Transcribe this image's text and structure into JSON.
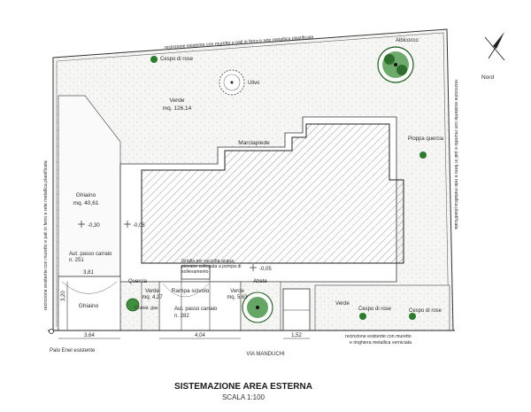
{
  "title": "SISTEMAZIONE AREA ESTERNA",
  "subtitle": "SCALA 1:100",
  "north_label": "Nord",
  "street_label": "VIA MANDUCHI",
  "fences": {
    "top": "recinzione esistente con muretto e pali in ferro e rete metallica plastificata",
    "left": "recinzione esistente con muretto e pali in ferro e rete metallica plastificata",
    "right": "recinzione esistente con muretto e pali in ferro e rete metallica plastificata",
    "bottom_1": "recinzione esistente con muretto",
    "bottom_2": "e ringhiera metallica verniciata"
  },
  "areas": {
    "verde_main": "Verde",
    "verde_main_area": "mq. 126,14",
    "ghiaino_left": "Ghiaino",
    "ghiaino_left_area": "mq. 40,61",
    "ghiaino_bottom": "Ghiaino",
    "marciapiede": "Marciapiede",
    "rampa": "Rampa scivolo",
    "verde_a": "Verde",
    "verde_a_area": "mq. 4,27",
    "verde_b": "Verde",
    "verde_b_area": "mq. 5,63",
    "verde_c": "Verde"
  },
  "plants": {
    "albicocco": "Albicocco",
    "cespo1": "Cespo di rose",
    "ulivo": "Ulivo",
    "pioppa": "Pioppa quercia",
    "quercia": "Quercia",
    "abete": "Abete",
    "cespo2": "Cespo di rose",
    "cespo3": "Cespo di rose"
  },
  "levels": {
    "l1": "-0,30",
    "l2": "-0,05",
    "l3": "-0,05"
  },
  "authorizations": {
    "aut1_a": "Aut. passo carraio",
    "aut1_b": "n. 251",
    "aut2_a": "Aut. passo carraio",
    "aut2_b": "n. 282"
  },
  "notes": {
    "griglia_1": "Griglia per raccolta acqua",
    "griglia_2": "piovane collegata a pompa di",
    "griglia_3": "sollevamento",
    "contat_gas": "Contat. gas",
    "palo_enel": "Palo Enel esistente"
  },
  "dimensions": {
    "d1": "3,81",
    "d2": "3,20",
    "d3": "3,64",
    "d4": "4,04",
    "d5": "1,52"
  }
}
